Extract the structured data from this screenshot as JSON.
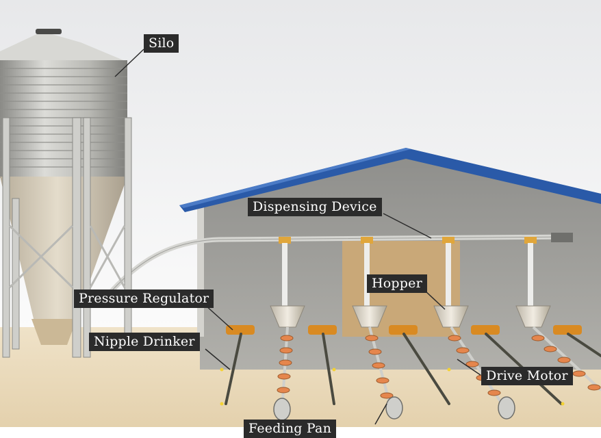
{
  "labels": {
    "silo": "Silo",
    "dispensing_device": "Dispensing Device",
    "hopper": "Hopper",
    "pressure_regulator": "Pressure Regulator",
    "nipple_drinker": "Nipple Drinker",
    "drive_motor": "Drive Motor",
    "feeding_line": "Feeding Pan"
  },
  "colors": {
    "sky": "#f1f2f4",
    "floor": "#e9d9bd",
    "roof": "#2a5aa8",
    "wall": "#9a9a96",
    "label_bg": "#2b2b2b",
    "label_text": "#ffffff",
    "accent_orange": "#d98a22"
  }
}
